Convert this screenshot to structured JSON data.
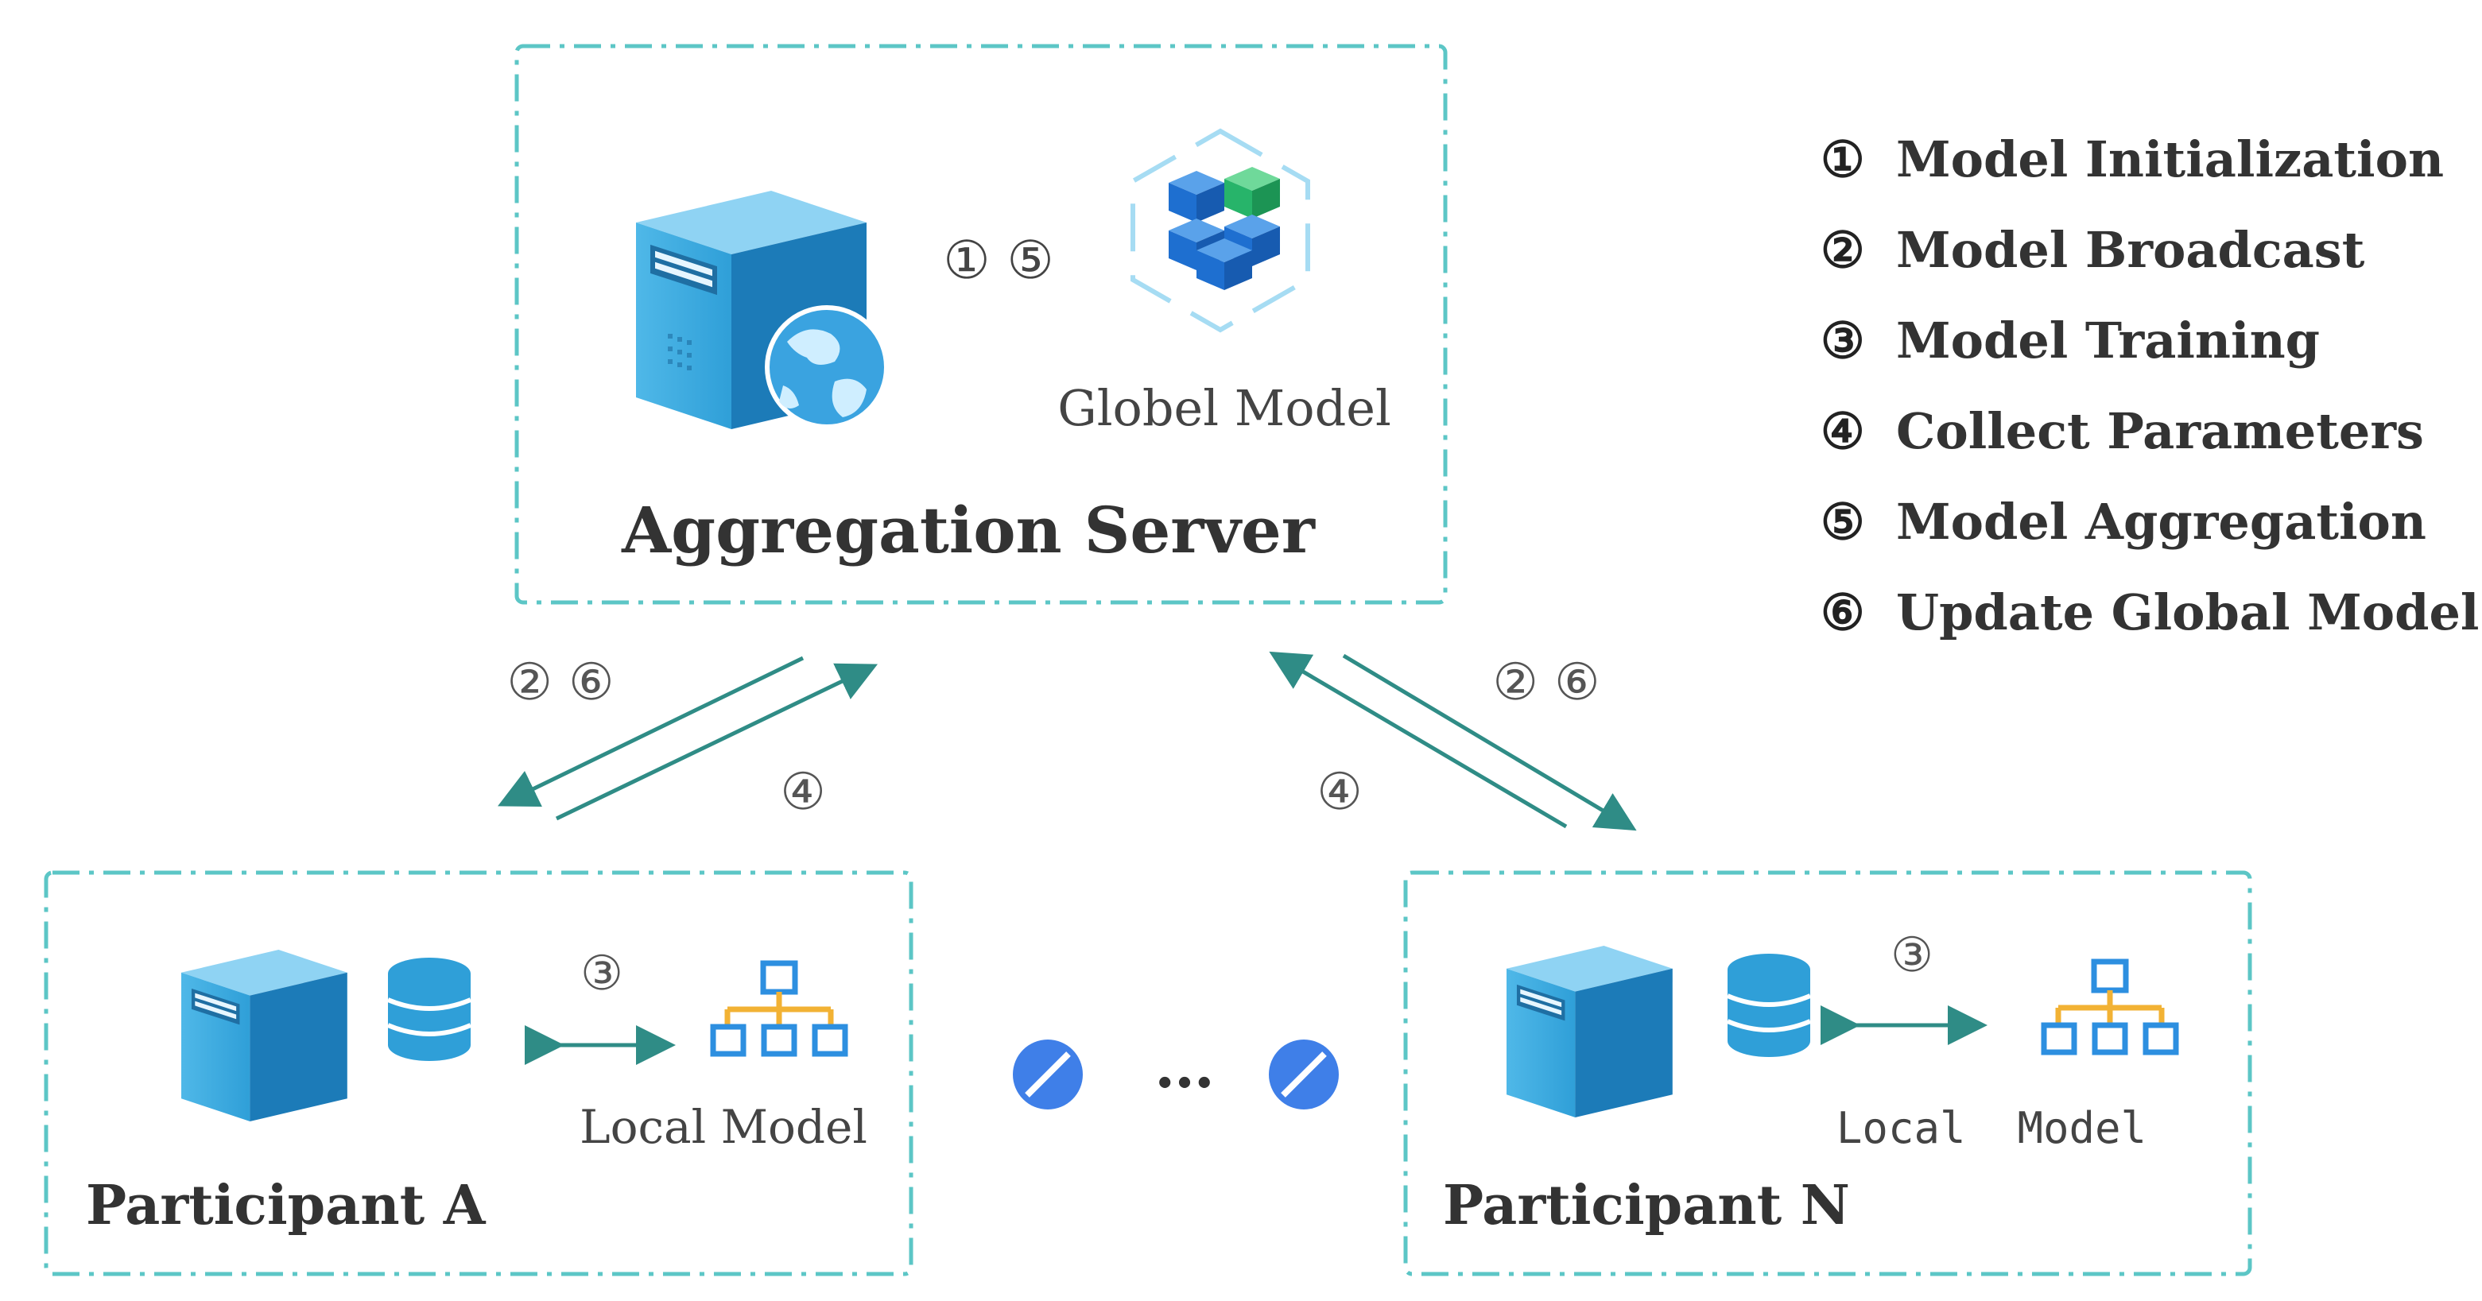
{
  "colors": {
    "box_border": "#5cc6c6",
    "arrow": "#2f8c86",
    "server_blue": "#2f9fd8",
    "server_dark": "#1c7bb8",
    "globe": "#3aa3e0",
    "cube_blue": "#1e6fd0",
    "cube_green": "#27b46a",
    "net_orange": "#f2b234",
    "net_blue": "#2d8fe0",
    "dot_blue": "#3f7fe8",
    "text": "#333333"
  },
  "aggregation_box": {
    "title": "Aggregation Server",
    "steps_label": "① ⑤",
    "model_label": "Globel Model",
    "server_icon": "server-icon",
    "globe_icon": "globe-icon",
    "model_icon": "cube-model-icon"
  },
  "participant_a": {
    "title": "Participant A",
    "step_label": "③",
    "model_label": "Local Model",
    "server_icon": "server-icon",
    "database_icon": "database-icon",
    "model_icon": "network-model-icon"
  },
  "participant_n": {
    "title": "Participant N",
    "step_label": "③",
    "model_label": "Local  Model",
    "server_icon": "server-icon",
    "database_icon": "database-icon",
    "model_icon": "network-model-icon"
  },
  "ellipsis": "…",
  "arrows": {
    "left_down_label": "② ⑥",
    "left_up_label": "④",
    "right_down_label": "② ⑥",
    "right_up_label": "④"
  },
  "legend": [
    {
      "num": "①",
      "text": "Model Initialization"
    },
    {
      "num": "②",
      "text": "Model Broadcast"
    },
    {
      "num": "③",
      "text": "Model Training"
    },
    {
      "num": "④",
      "text": "Collect Parameters"
    },
    {
      "num": "⑤",
      "text": "Model Aggregation"
    },
    {
      "num": "⑥",
      "text": "Update Global Model"
    }
  ]
}
